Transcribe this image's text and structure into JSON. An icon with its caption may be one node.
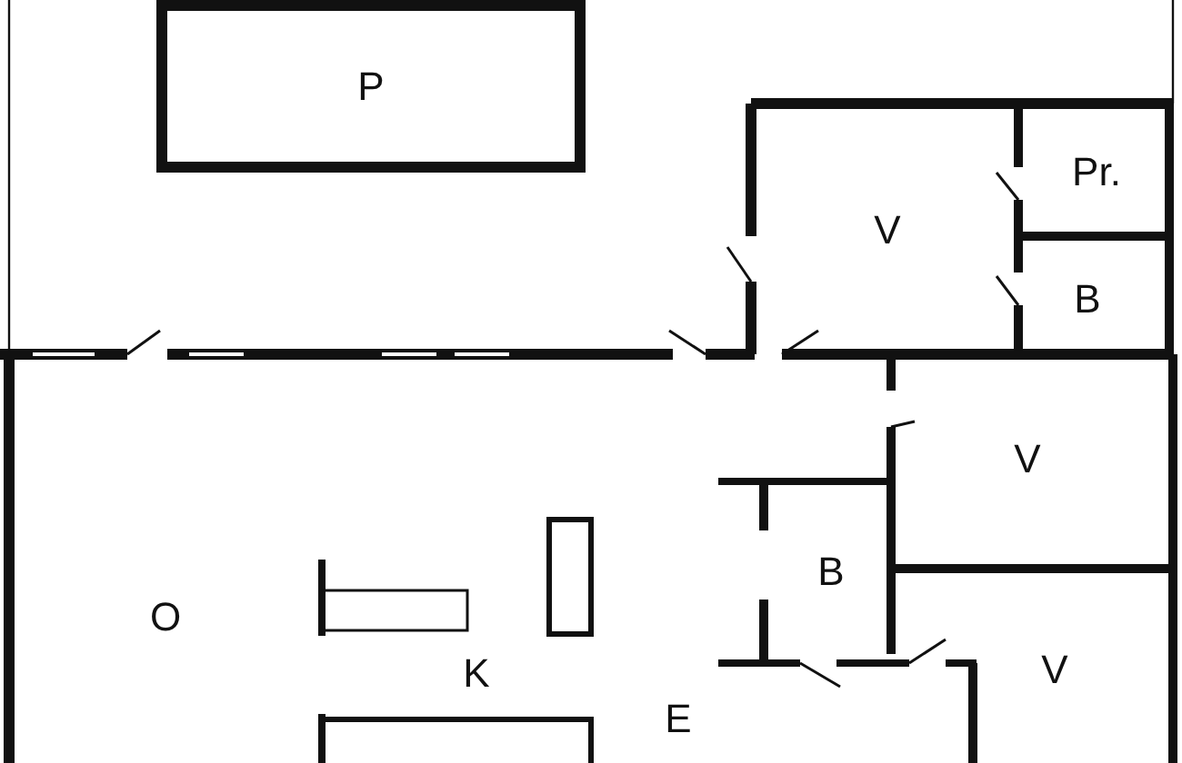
{
  "diagram": {
    "labels": [
      "P",
      "Pr.",
      "V",
      "B",
      "V",
      "B",
      "O",
      "K",
      "E",
      "V"
    ]
  }
}
